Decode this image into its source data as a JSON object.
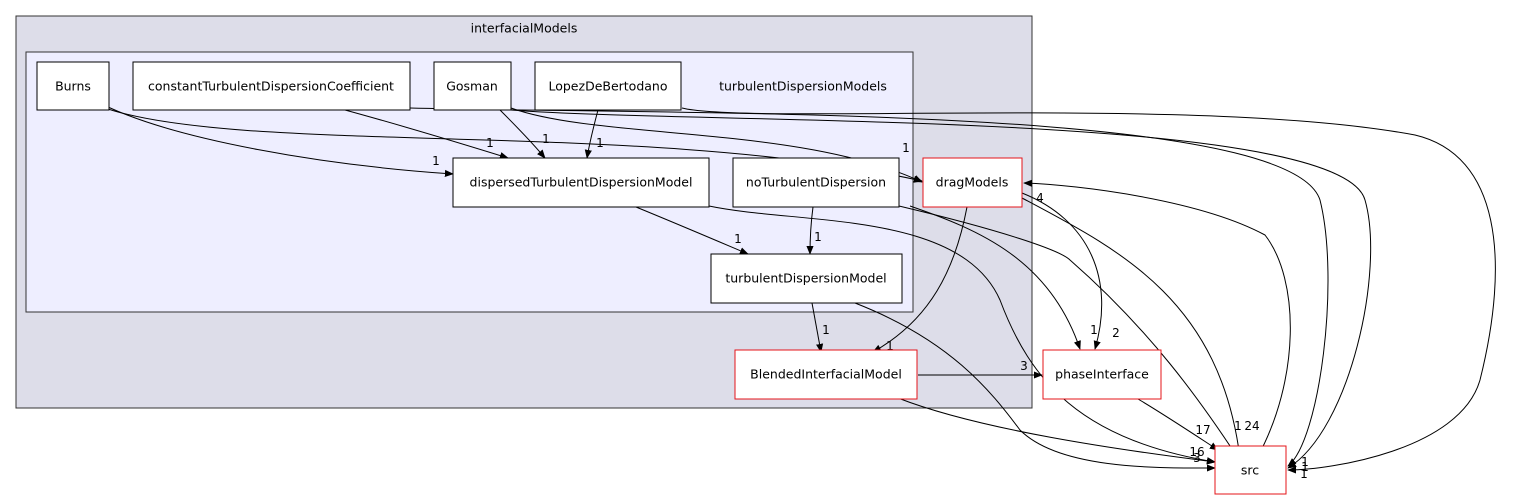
{
  "diagram": {
    "outer_cluster_label": "interfacialModels",
    "inner_cluster_label": "turbulentDispersionModels",
    "nodes": {
      "burns": "Burns",
      "constant": "constantTurbulentDispersionCoefficient",
      "gosman": "Gosman",
      "lopez": "LopezDeBertodano",
      "dispersed": "dispersedTurbulentDispersionModel",
      "noturb": "noTurbulentDispersion",
      "turbmodel": "turbulentDispersionModel",
      "drag": "dragModels",
      "blended": "BlendedInterfacialModel",
      "phase": "phaseInterface",
      "src": "src"
    },
    "edge_labels": {
      "burns_to_dispersed": "1",
      "const_to_dispersed": "1",
      "gosman_to_dispersed": "1",
      "lopez_to_dispersed": "1",
      "dispersed_to_turb": "1",
      "noturb_to_turb": "1",
      "any_to_drag": "1",
      "turb_to_blended": "1",
      "drag_to_blended": "1",
      "drag_to_phase_a": "1",
      "drag_to_phase_b": "2",
      "drag_to_src_a": "4",
      "drag_to_src_b": "24",
      "blended_to_phase": "3",
      "phase_to_src": "17",
      "to_src_1": "1",
      "to_src_right_a": "1",
      "to_src_right_b": "1",
      "to_src_right_c": "1",
      "to_src_left": "16",
      "to_src_left_b": "3"
    },
    "colors": {
      "outer_cluster_fill": "#dddde9",
      "inner_cluster_fill": "#eeeeff",
      "external_node_border": "#e4141a"
    }
  }
}
